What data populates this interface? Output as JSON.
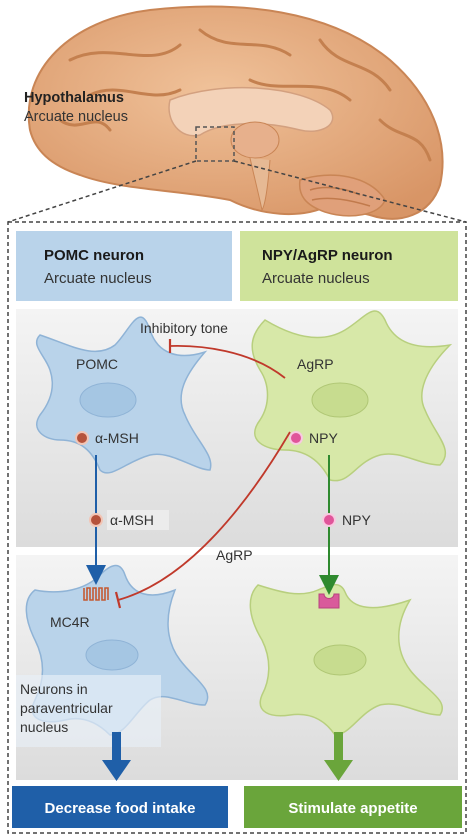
{
  "brain": {
    "region_title": "Hypothalamus",
    "region_subtitle": "Arcuate nucleus"
  },
  "headers": {
    "pomc": {
      "title": "POMC neuron",
      "subtitle": "Arcuate nucleus"
    },
    "npy": {
      "title": "NPY/AgRP neuron",
      "subtitle": "Arcuate nucleus"
    }
  },
  "labels": {
    "inhibitory_tone": "Inhibitory tone",
    "pomc_cell": "POMC",
    "agrp_cell": "AgRP",
    "alpha_msh_cell": "α-MSH",
    "npy_cell": "NPY",
    "alpha_msh_released": "α-MSH",
    "npy_released": "NPY",
    "agrp_released": "AgRP",
    "mc4r": "MC4R",
    "pvn_line1": "Neurons in",
    "pvn_line2": "paraventricular",
    "pvn_line3": "nucleus"
  },
  "outcomes": {
    "left": "Decrease food intake",
    "right": "Stimulate appetite"
  },
  "colors": {
    "pomc_blue": "#b9d3ea",
    "npy_green": "#cfe39b",
    "outcome_blue": "#1f5fa8",
    "outcome_green": "#6aa53b",
    "inhibit_red": "#c0392b"
  }
}
